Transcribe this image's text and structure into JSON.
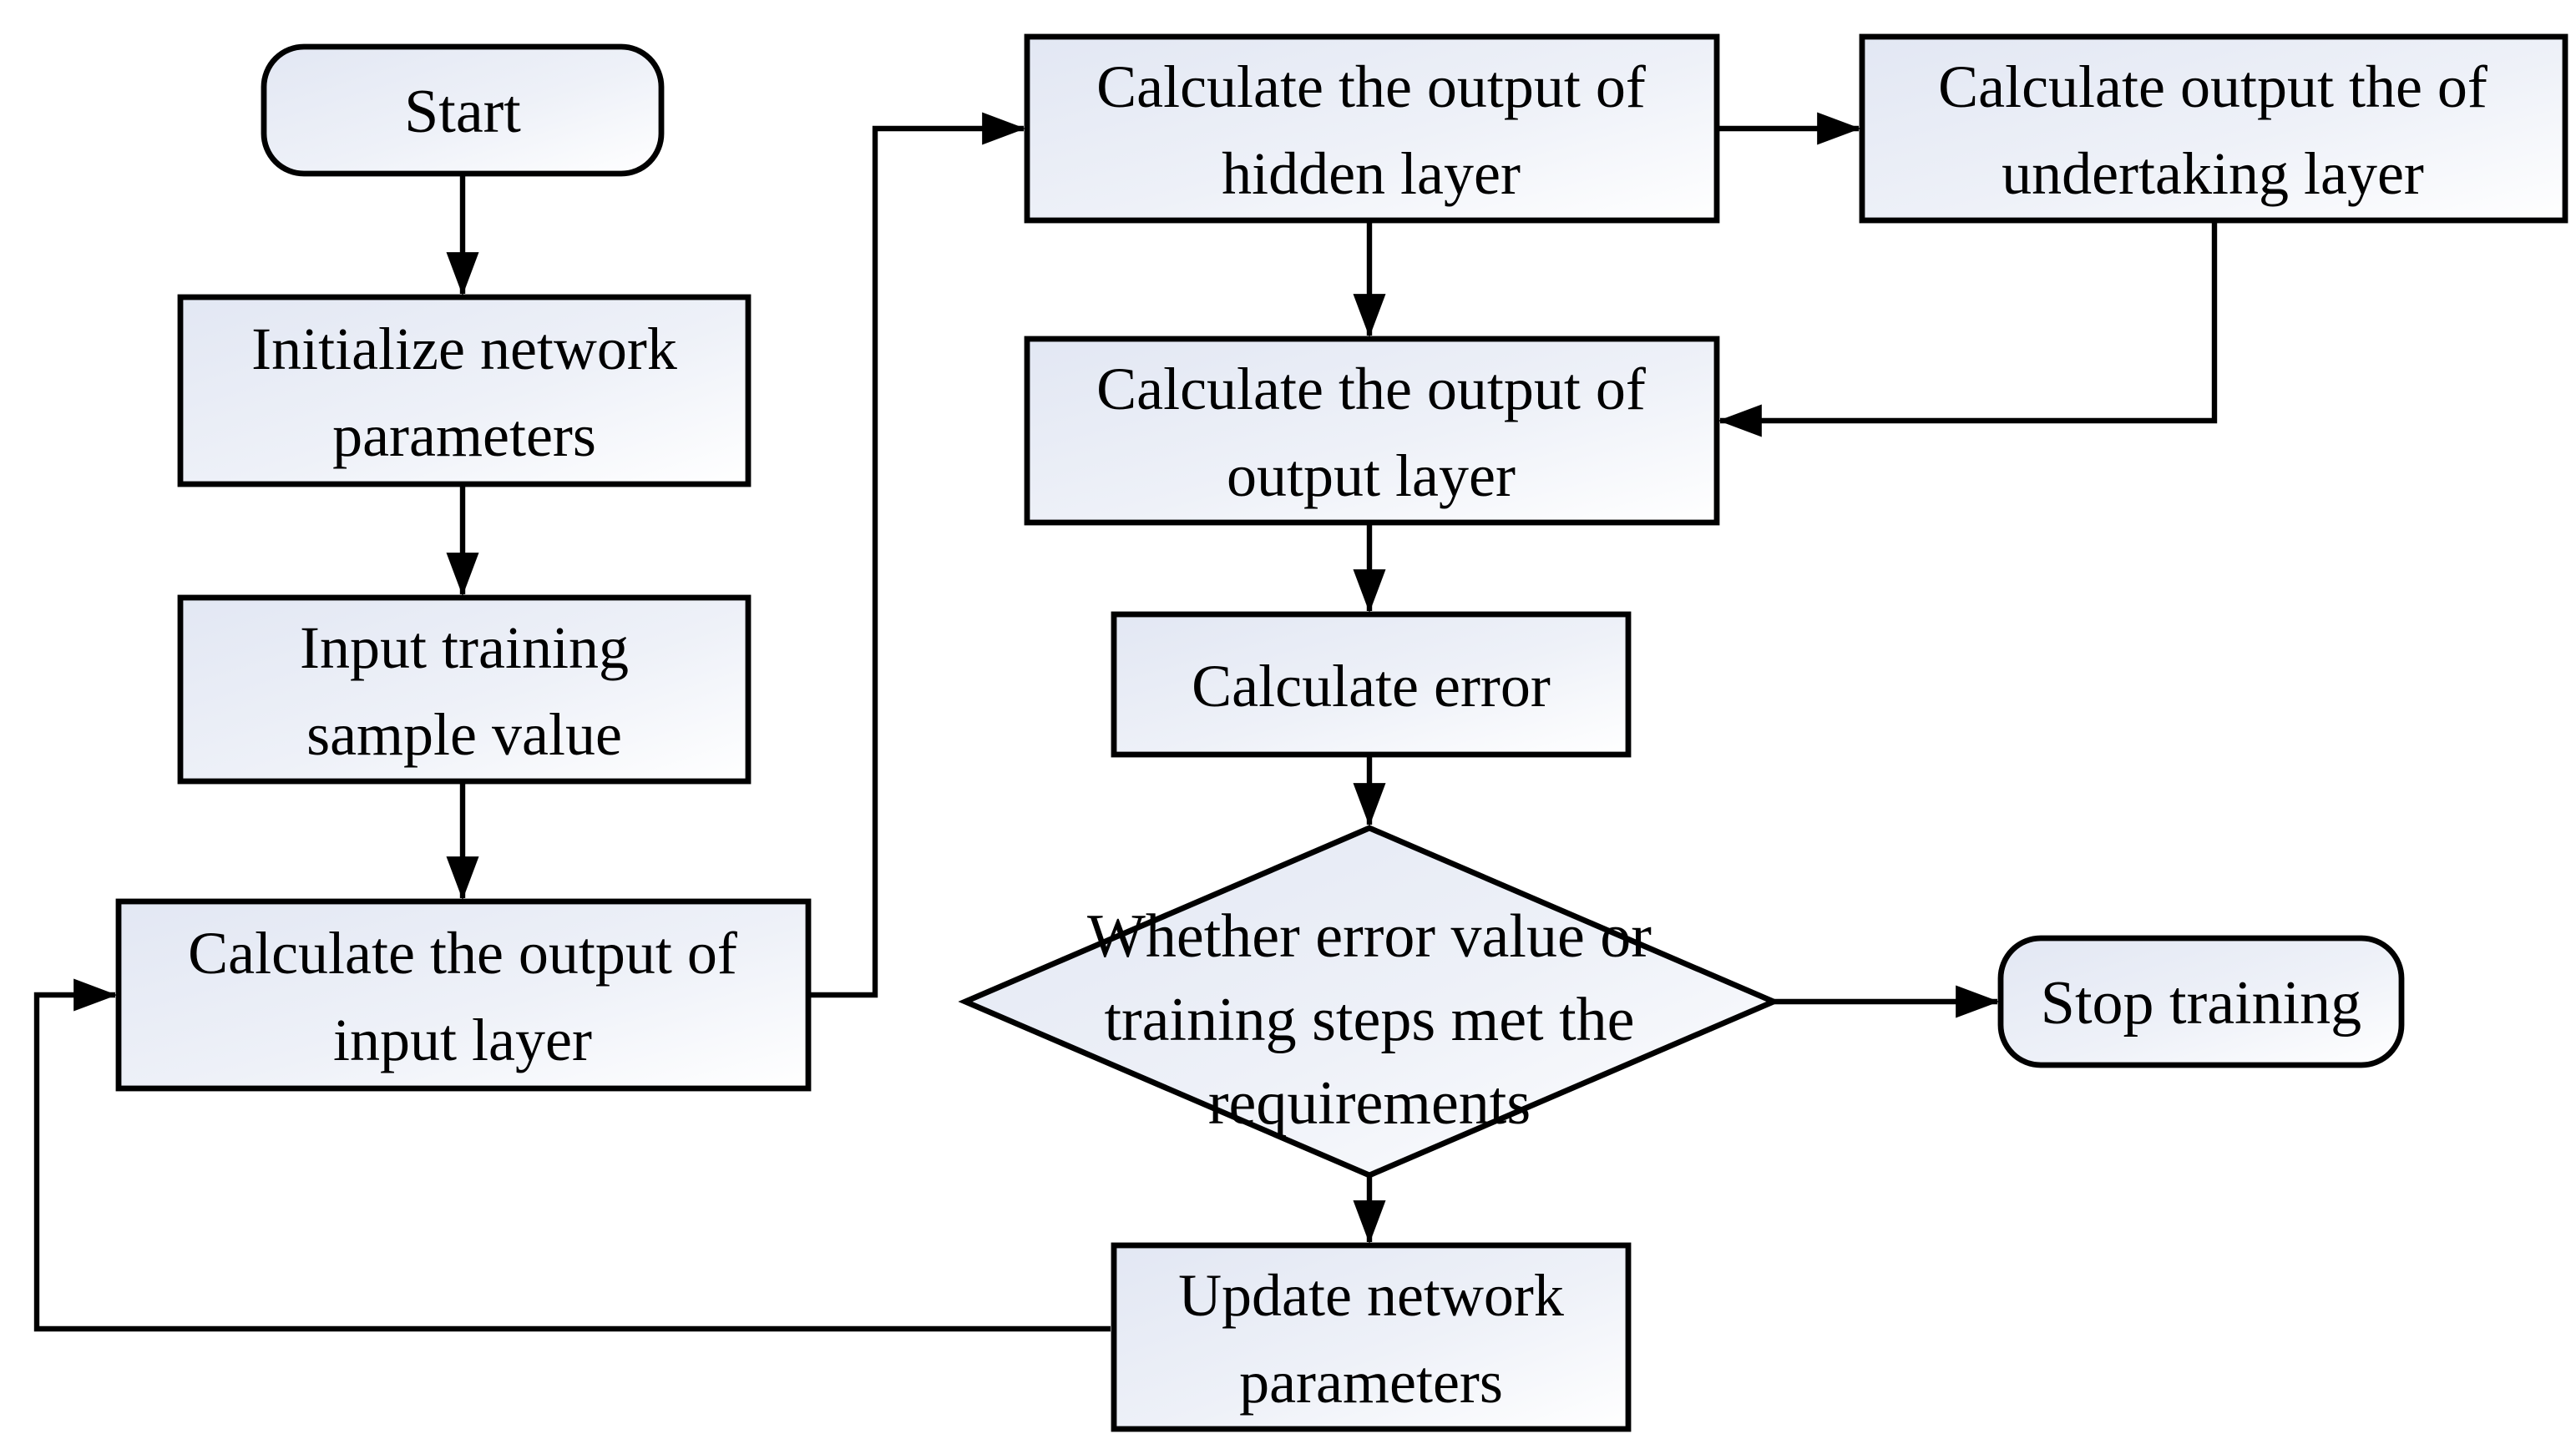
{
  "flow": {
    "title": "Neural network training flowchart",
    "nodes": {
      "start": {
        "type": "terminator",
        "lines": [
          "Start"
        ]
      },
      "initialize": {
        "type": "process",
        "lines": [
          "Initialize network",
          "parameters"
        ]
      },
      "input_sample": {
        "type": "process",
        "lines": [
          "Input training",
          "sample value"
        ]
      },
      "input_layer": {
        "type": "process",
        "lines": [
          "Calculate the output of",
          "input layer"
        ]
      },
      "hidden_layer": {
        "type": "process",
        "lines": [
          "Calculate the output of",
          "hidden layer"
        ]
      },
      "undertaking_layer": {
        "type": "process",
        "lines": [
          "Calculate output the of",
          "undertaking layer"
        ]
      },
      "output_layer": {
        "type": "process",
        "lines": [
          "Calculate the output of",
          "output layer"
        ]
      },
      "calc_error": {
        "type": "process",
        "lines": [
          "Calculate error"
        ]
      },
      "decision": {
        "type": "decision",
        "lines": [
          "Whether error value or",
          "training steps met the",
          "requirements"
        ]
      },
      "stop": {
        "type": "terminator",
        "lines": [
          "Stop training"
        ]
      },
      "update": {
        "type": "process",
        "lines": [
          "Update network",
          "parameters"
        ]
      }
    },
    "edges": [
      {
        "from": "start",
        "to": "initialize"
      },
      {
        "from": "initialize",
        "to": "input_sample"
      },
      {
        "from": "input_sample",
        "to": "input_layer"
      },
      {
        "from": "input_layer",
        "to": "hidden_layer"
      },
      {
        "from": "hidden_layer",
        "to": "undertaking_layer"
      },
      {
        "from": "hidden_layer",
        "to": "output_layer"
      },
      {
        "from": "undertaking_layer",
        "to": "output_layer"
      },
      {
        "from": "output_layer",
        "to": "calc_error"
      },
      {
        "from": "calc_error",
        "to": "decision"
      },
      {
        "from": "decision",
        "to": "stop"
      },
      {
        "from": "decision",
        "to": "update"
      },
      {
        "from": "update",
        "to": "input_layer"
      }
    ],
    "colors": {
      "shape_fill_light": "#e2e7f3",
      "shape_fill_white": "#ffffff",
      "stroke": "#000000",
      "background": "#ffffff"
    }
  }
}
